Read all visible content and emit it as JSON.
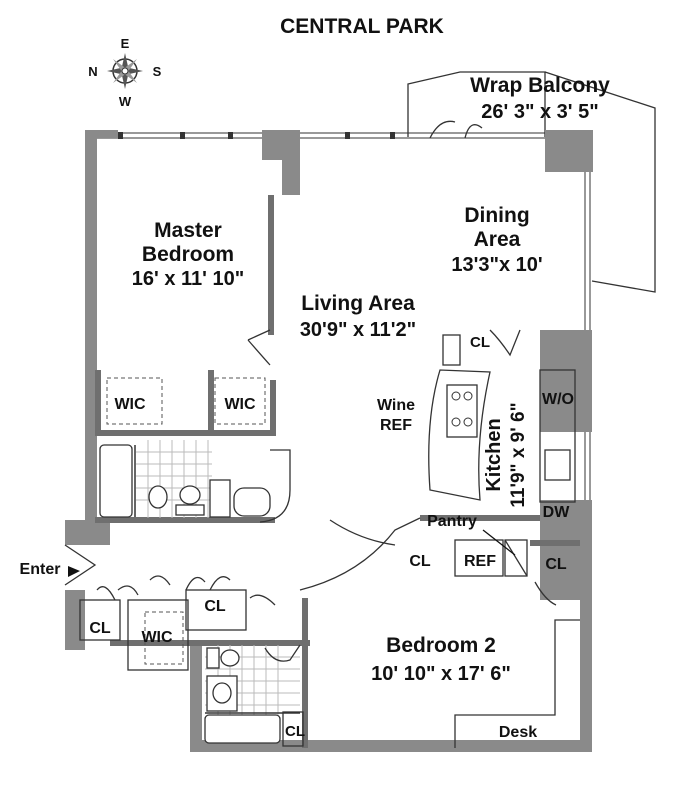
{
  "plan": {
    "title": "CENTRAL PARK",
    "compass": {
      "north": "N",
      "south": "S",
      "east": "E",
      "west": "W"
    },
    "rooms": {
      "wrap_balcony": {
        "name": "Wrap Balcony",
        "dims": "26' 3\" x 3' 5\""
      },
      "master_bedroom": {
        "name_line1": "Master",
        "name_line2": "Bedroom",
        "dims": "16' x 11' 10\""
      },
      "dining_area": {
        "name_line1": "Dining",
        "name_line2": "Area",
        "dims": "13'3\"x 10'"
      },
      "living_area": {
        "name": "Living Area",
        "dims": "30'9\" x 11'2\""
      },
      "kitchen": {
        "name": "Kitchen",
        "dims": "11'9\" x 9' 6\""
      },
      "bedroom_2": {
        "name": "Bedroom 2",
        "dims": "10' 10\" x 17' 6\""
      }
    },
    "labels": {
      "wic_1": "WIC",
      "wic_2": "WIC",
      "wic_3": "WIC",
      "cl_kitchen": "CL",
      "cl_hall": "CL",
      "cl_entry_1": "CL",
      "cl_entry_2": "CL",
      "cl_bed2_right": "CL",
      "cl_bath2": "CL",
      "wine_ref_line1": "Wine",
      "wine_ref_line2": "REF",
      "wo": "W/O",
      "dw": "DW",
      "pantry": "Pantry",
      "ref": "REF",
      "enter": "Enter",
      "desk": "Desk"
    }
  }
}
